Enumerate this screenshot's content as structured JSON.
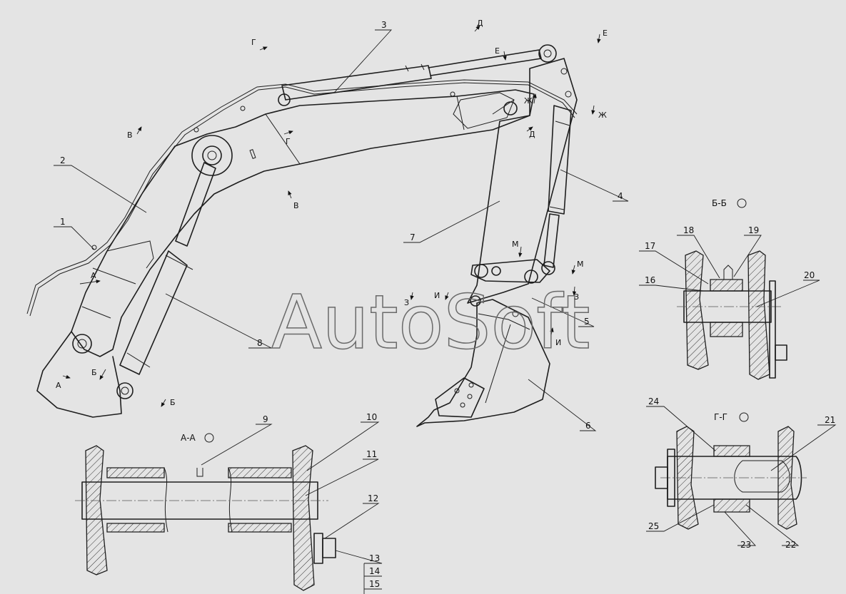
{
  "diagram": {
    "watermark": "AutoSoft",
    "callouts": [
      "1",
      "2",
      "3",
      "4",
      "5",
      "6",
      "7",
      "8",
      "9",
      "10",
      "11",
      "12",
      "13",
      "14",
      "15",
      "16",
      "17",
      "18",
      "19",
      "20",
      "21",
      "22",
      "23",
      "24",
      "25"
    ],
    "section_titles": {
      "aa": "А-А",
      "bb": "Б-Б",
      "gg": "Г-Г"
    },
    "view_letters": {
      "a1": "А",
      "a2": "А",
      "b1": "Б",
      "b2": "Б",
      "v1": "В",
      "v2": "В",
      "g1": "Г",
      "g2": "Г",
      "d1": "Д",
      "d2": "Д",
      "e1": "Е",
      "e2": "Е",
      "zh1": "Ж",
      "zh2": "Ж",
      "z1": "З",
      "z2": "З",
      "i1": "И",
      "i2": "И",
      "m1": "М",
      "m2": "М"
    }
  }
}
